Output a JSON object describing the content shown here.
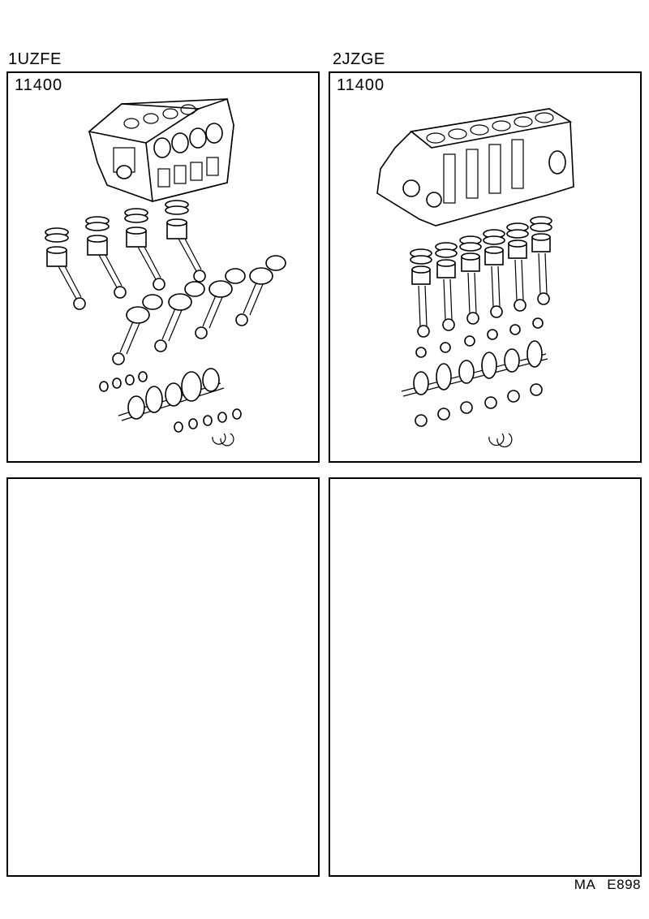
{
  "left": {
    "engine_code": "1UZFE",
    "diagram_panel": {
      "part_number": "11400",
      "illustration_icon": "v8-short-block-exploded-icon"
    }
  },
  "right": {
    "engine_code": "2JZGE",
    "diagram_panel": {
      "part_number": "11400",
      "illustration_icon": "inline6-short-block-exploded-icon"
    }
  },
  "footer": {
    "catalog_code": "MA",
    "page_code": "E898"
  }
}
